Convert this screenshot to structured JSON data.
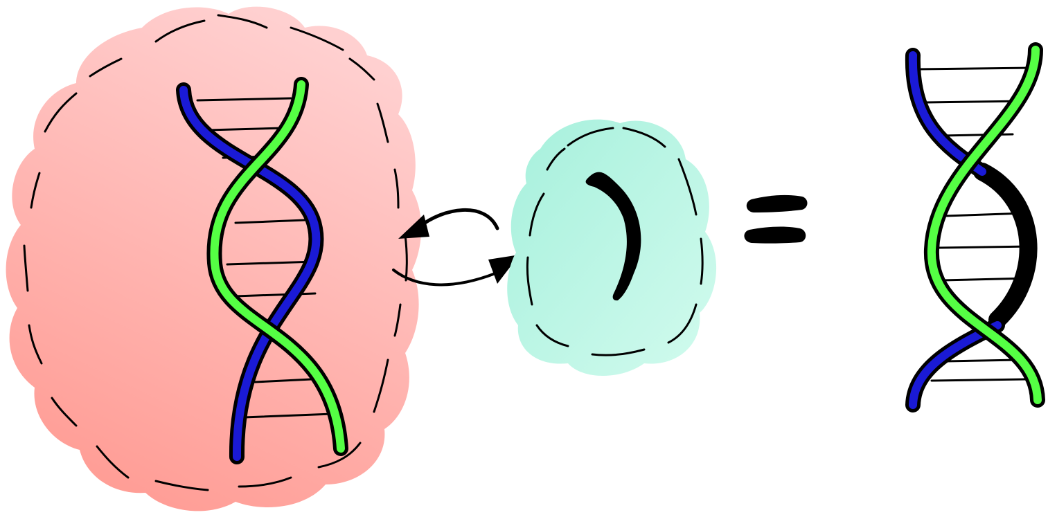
{
  "diagram": {
    "type": "illustration",
    "colors": {
      "cell": "#ffb3b3",
      "cell_edge": "#ff9a92",
      "particle": "#b8f5e4",
      "strand_a": "#1a1ad6",
      "strand_b": "#55ff44",
      "strand_new": "#000000",
      "outline": "#000000"
    },
    "elements": [
      {
        "id": "cell",
        "label": "",
        "icon": "cell-blob"
      },
      {
        "id": "cell-dna",
        "label": "",
        "icon": "double-helix"
      },
      {
        "id": "exchange-arrows",
        "label": "",
        "icon": "curved-arrows"
      },
      {
        "id": "particle",
        "label": "",
        "icon": "cloud-blob"
      },
      {
        "id": "single-strand",
        "label": "",
        "icon": "dna-strand"
      },
      {
        "id": "equals",
        "label": "",
        "icon": "equals-sign"
      },
      {
        "id": "result-dna",
        "label": "",
        "icon": "double-helix"
      }
    ]
  }
}
